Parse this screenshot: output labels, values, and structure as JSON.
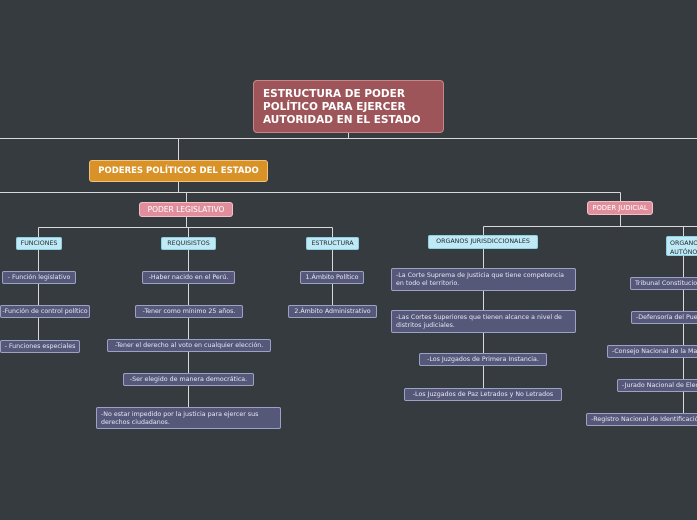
{
  "title": "ESTRUCTURA DE PODER POLÍTICO PARA EJERCER AUTORIDAD EN EL ESTADO",
  "main_topic": "PODERES POLÍTICOS DEL ESTADO",
  "legislativo": {
    "label": "PODER LEGISLATIVO",
    "funciones": {
      "label": "FUNCIONES",
      "items": [
        "- Función legislativo",
        "-Función de control político",
        "- Funciones especiales"
      ]
    },
    "requisitos": {
      "label": "REQUISISTOS",
      "items": [
        "-Haber nacido en el Perú.",
        "-Tener como mínimo 25 años.",
        "-Tener el derecho al voto en cualquier elección.",
        "-Ser elegido de manera democrática.",
        "-No estar impedido por la justicia para ejercer sus derechos ciudadanos."
      ]
    },
    "estructura": {
      "label": "ESTRUCTURA",
      "items": [
        "1.Ámbito Político",
        "2.Ámbito Administrativo"
      ]
    }
  },
  "judicial": {
    "label": "PODER JUDICIAL",
    "jurisdiccionales": {
      "label": "ORGANOS JURISDICCIONALES",
      "items": [
        "-La Corte Suprema de Justicia que tiene competencia en todo el territorio.",
        "-Las Cortes Superiores que tienen alcance a nivel de distritos judiciales.",
        "-Los Juzgados de Primera Instancia.",
        "-Los Juzgados de Paz Letrados y No Letrados"
      ]
    },
    "autonomos": {
      "label_line1": "ORGANOS",
      "label_line2": "AUTÓNOMOS",
      "items": [
        "Tribunal Constitucional",
        "-Defensoría del Pueblo",
        "-Consejo Nacional de la Magistratura",
        "-Jurado Nacional de Elecciones",
        "-Registro Nacional de Identificación"
      ]
    }
  }
}
